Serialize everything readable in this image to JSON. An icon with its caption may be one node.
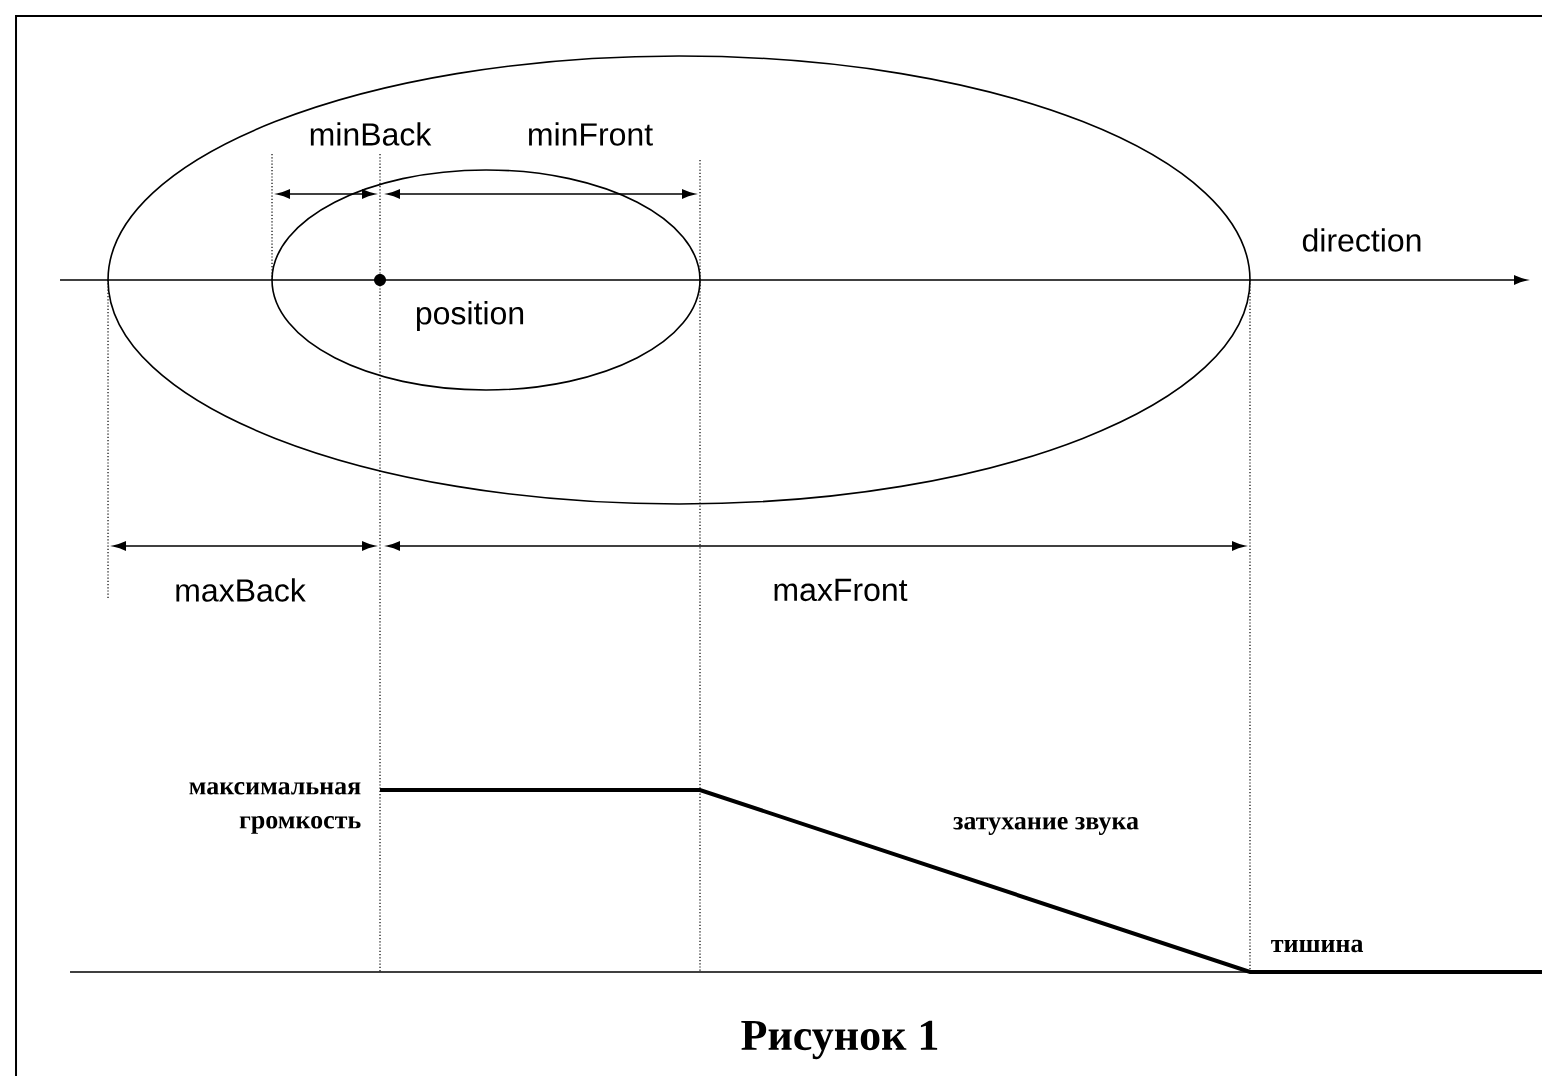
{
  "diagram": {
    "caption": "Рисунок 1",
    "labels": [
      "minBack",
      "minFront",
      "direction",
      "position",
      "maxBack",
      "maxFront",
      "максимальная громкость",
      "затухание звука",
      "тишина"
    ]
  }
}
